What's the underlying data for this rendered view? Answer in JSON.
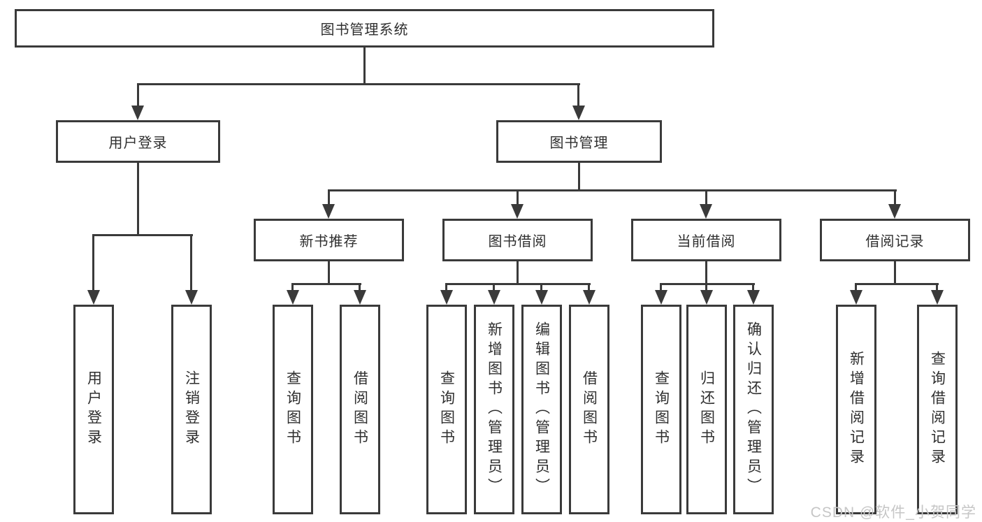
{
  "diagram": {
    "tree": {
      "root": "图书管理系统",
      "children": [
        {
          "label": "用户登录",
          "children": [
            "用户登录",
            "注销登录"
          ]
        },
        {
          "label": "图书管理",
          "children": [
            {
              "label": "新书推荐",
              "children": [
                "查询图书",
                "借阅图书"
              ]
            },
            {
              "label": "图书借阅",
              "children": [
                "查询图书",
                "新增图书（管理员）",
                "编辑图书（管理员）",
                "借阅图书"
              ]
            },
            {
              "label": "当前借阅",
              "children": [
                "查询图书",
                "归还图书",
                "确认归还（管理员）"
              ]
            },
            {
              "label": "借阅记录",
              "children": [
                "新增借阅记录",
                "查询借阅记录"
              ]
            }
          ]
        }
      ]
    },
    "watermark": "CSDN @软件_小贺同学",
    "colors": {
      "line": "#3a3a3a",
      "text": "#2f2f2f",
      "watermark": "#c6c6c6",
      "background": "#ffffff"
    }
  }
}
